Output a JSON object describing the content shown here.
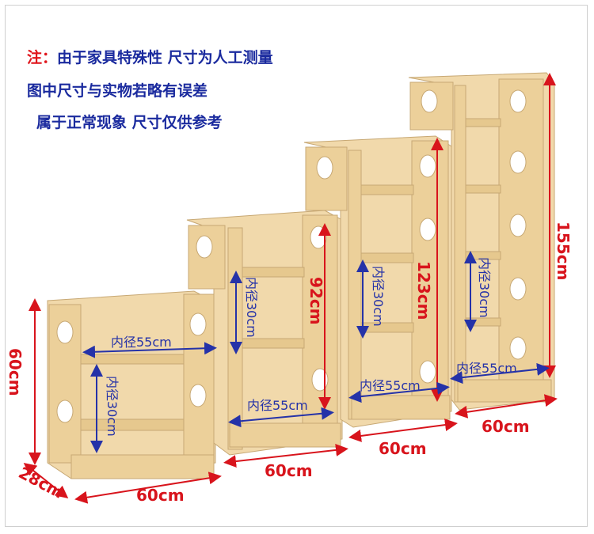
{
  "notes": {
    "line1_prefix": "注：",
    "line1_text": "由于家具特殊性  尺寸为人工测量",
    "line2": "图中尺寸与实物若略有误差",
    "line3": "属于正常现象    尺寸仅供参考"
  },
  "dimensions": {
    "height_small": "60cm",
    "depth": "28cm",
    "height_mid": "92cm",
    "height_tall": "123cm",
    "height_tallest": "155cm",
    "width_1": "60cm",
    "width_2": "60cm",
    "width_3": "60cm",
    "width_4": "60cm",
    "inner_width": "内径55cm",
    "inner_height": "内径30cm"
  },
  "colors": {
    "note_text": "#1a2a9e",
    "note_prefix": "#e0151b",
    "dimension": "#d8141c",
    "inner_arrow": "#2532a8",
    "wood": "#f1d9ab"
  }
}
